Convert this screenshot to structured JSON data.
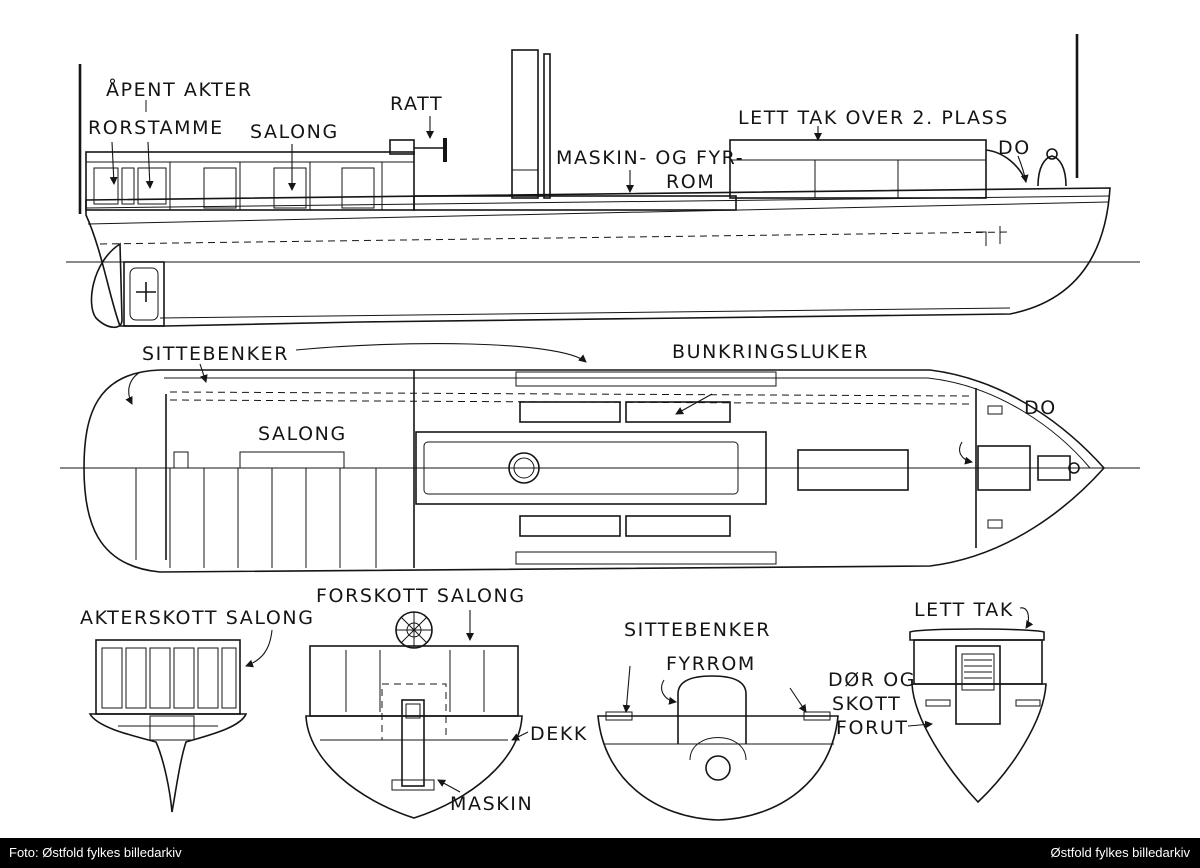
{
  "labels": {
    "apent_akter": "ÅPENT AKTER",
    "rorstamme": "RORSTAMME",
    "salong_profile": "SALONG",
    "ratt": "RATT",
    "lett_tak_over": "LETT TAK OVER  2. PLASS",
    "maskin_og_fyr": "MASKIN- OG FYR-",
    "rom": "ROM",
    "do_profile": "DO",
    "sittebenker_plan": "SITTEBENKER",
    "bunkringsluker": "BUNKRINGSLUKER",
    "salong_plan": "SALONG",
    "do_plan": "DO",
    "akterskott_salong": "AKTERSKOTT SALONG",
    "forskott_salong": "FORSKOTT SALONG",
    "maskin": "MASKIN",
    "dekk": "DEKK",
    "sittebenker_section": "SITTEBENKER",
    "fyrrom": "FYRROM",
    "lett_tak": "LETT TAK",
    "dor_og": "DØR OG",
    "skott": "SKOTT",
    "forut": "FORUT"
  },
  "credits": {
    "left": "Foto: Østfold fylkes billedarkiv",
    "right": "Østfold fylkes billedarkiv"
  },
  "colors": {
    "ink": "#151515",
    "paper": "#ffffff",
    "credit_bar": "#000000"
  }
}
